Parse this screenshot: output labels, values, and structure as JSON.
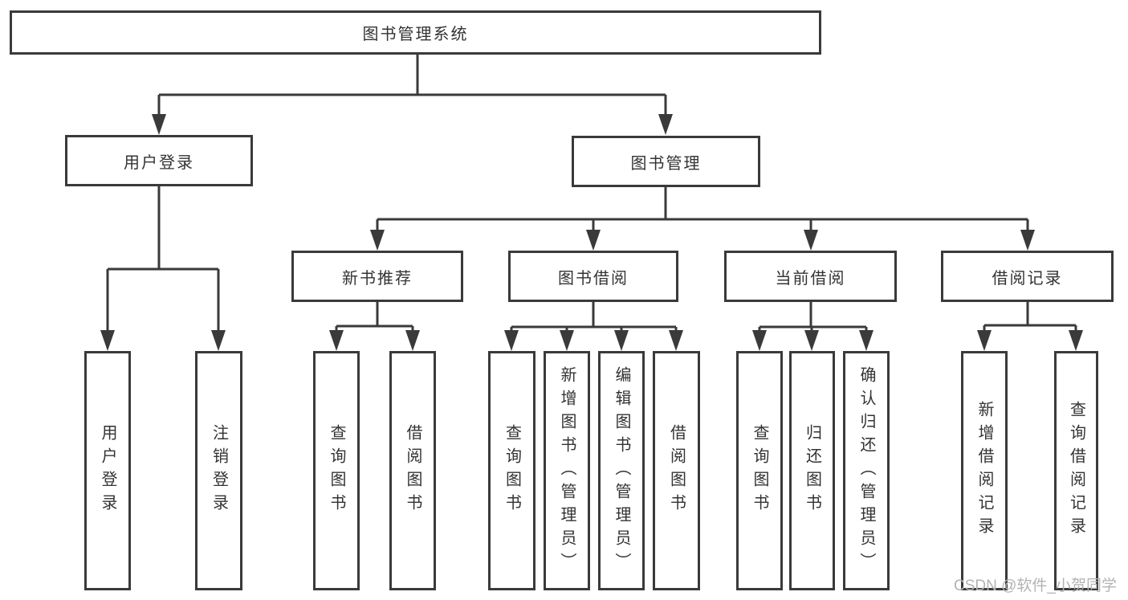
{
  "diagram": {
    "root": {
      "label": "图书管理系统"
    },
    "level2": [
      {
        "label": "用户登录"
      },
      {
        "label": "图书管理"
      }
    ],
    "level3": [
      {
        "label": "新书推荐"
      },
      {
        "label": "图书借阅"
      },
      {
        "label": "当前借阅"
      },
      {
        "label": "借阅记录"
      }
    ],
    "leaves": [
      {
        "label": "用户登录"
      },
      {
        "label": "注销登录"
      },
      {
        "label": "查询图书"
      },
      {
        "label": "借阅图书"
      },
      {
        "label": "查询图书"
      },
      {
        "label": "新增图书（管理员）"
      },
      {
        "label": "编辑图书（管理员）"
      },
      {
        "label": "借阅图书"
      },
      {
        "label": "查询图书"
      },
      {
        "label": "归还图书"
      },
      {
        "label": "确认归还（管理员）"
      },
      {
        "label": "新增借阅记录"
      },
      {
        "label": "查询借阅记录"
      }
    ]
  },
  "watermark": {
    "text": "CSDN @软件_小贺同学"
  },
  "colors": {
    "line": "#3a3a3a",
    "text": "#333333",
    "watermark": "#b3b3b3",
    "background": "#ffffff",
    "box_fill": "#ffffff"
  }
}
